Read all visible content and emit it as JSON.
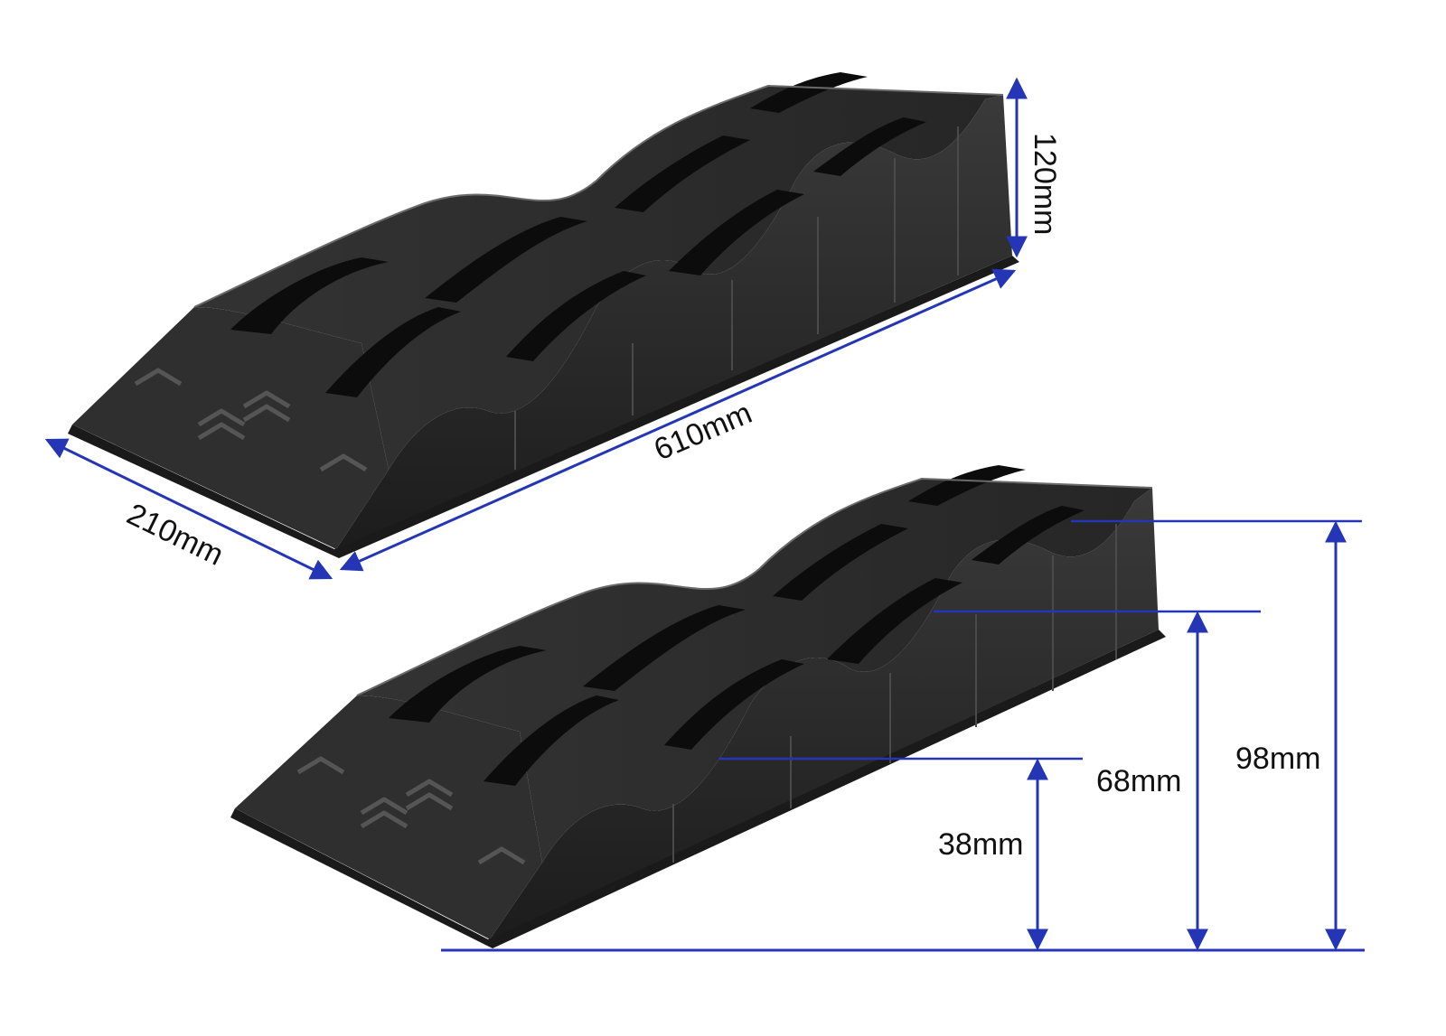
{
  "colors": {
    "ramp_body": "#2b2b2b",
    "ramp_dark": "#141414",
    "ramp_highlight": "#5a5a5a",
    "ramp_edge": "#8a8a8a",
    "dimension_line": "#2436b5",
    "text": "#111111",
    "background": "#ffffff"
  },
  "dimensions": {
    "length": "610mm",
    "width": "210mm",
    "height": "120mm",
    "step_1": "38mm",
    "step_2": "68mm",
    "step_3": "98mm"
  },
  "icons": {
    "ramp_top": "levelling-ramp",
    "ramp_bottom": "levelling-ramp",
    "tread": "chevron-tread"
  }
}
